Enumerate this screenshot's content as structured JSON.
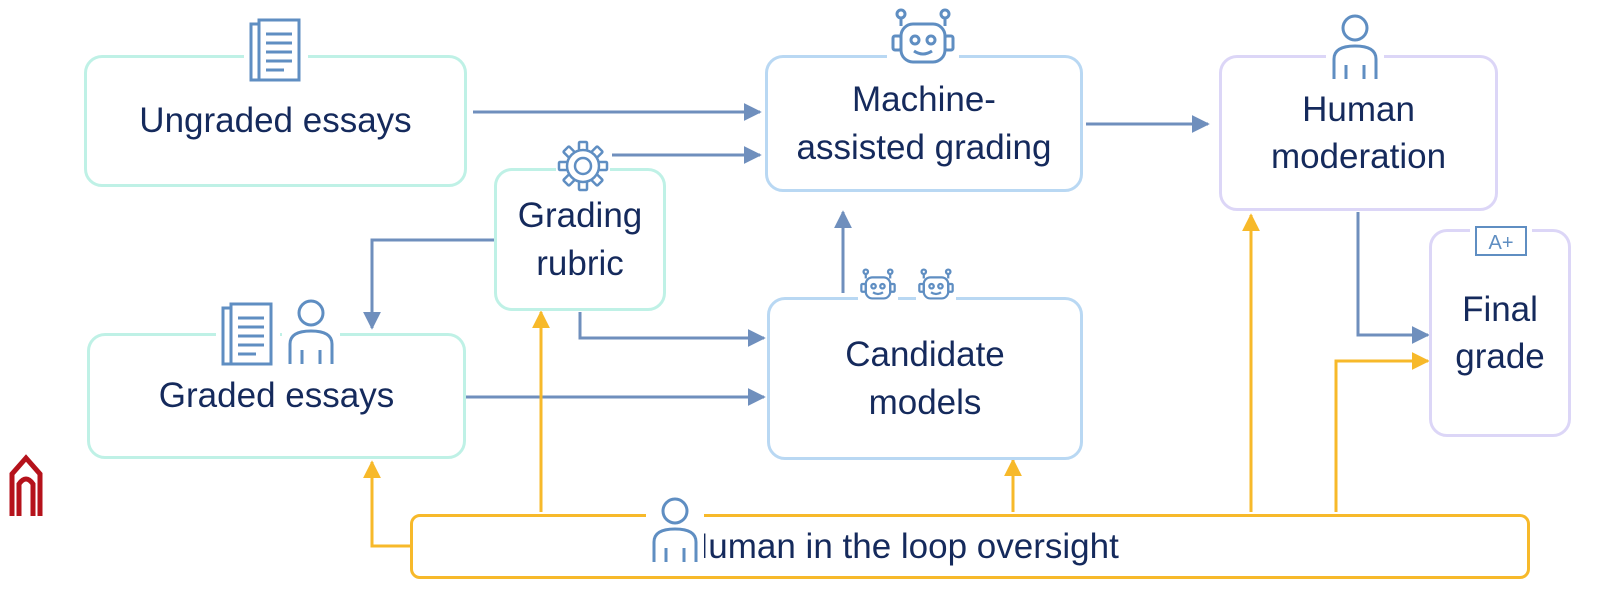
{
  "nodes": {
    "ungraded_essays": "Ungraded essays",
    "machine_assisted_grading": "Machine-\nassisted grading",
    "human_moderation": "Human\nmoderation",
    "grading_rubric": "Grading\nrubric",
    "graded_essays": "Graded essays",
    "candidate_models": "Candidate\nmodels",
    "final_grade": "Final\ngrade",
    "human_oversight": "Human in the loop oversight"
  },
  "badges": {
    "grade": "A+"
  },
  "icons": {
    "ungraded": "document-icon",
    "machine": "robot-icon",
    "moderation": "person-icon",
    "rubric": "gear-icon",
    "graded": [
      "document-icon",
      "person-icon"
    ],
    "candidates": [
      "robot-icon",
      "robot-icon"
    ],
    "final": "grade-badge-icon",
    "oversight": "person-icon",
    "logo": "arch-logo-icon"
  },
  "colors": {
    "flow_arrow": "#6f8fbd",
    "oversight_arrow": "#f7b92a",
    "text": "#152a5c",
    "border_teal": "#bff1e6",
    "border_blue": "#b9d8f3",
    "border_purple": "#dcd6f7",
    "logo": "#b5121b"
  }
}
